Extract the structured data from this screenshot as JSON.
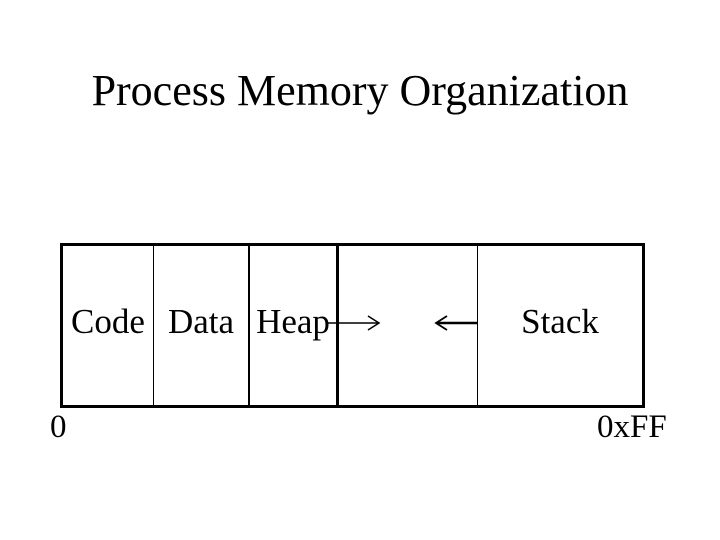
{
  "slide": {
    "title": "Process Memory Organization",
    "colors": {
      "background": "#ffffff",
      "ink": "#000000"
    },
    "diagram": {
      "segments": [
        {
          "label": "Code"
        },
        {
          "label": "Data"
        },
        {
          "label": "Heap"
        },
        {
          "label": ""
        },
        {
          "label": "Stack"
        }
      ],
      "arrows": [
        {
          "name": "heap-growth-arrow",
          "symbol": "→",
          "direction": "right"
        },
        {
          "name": "stack-growth-arrow",
          "symbol": "←",
          "direction": "left"
        }
      ],
      "address_low": "0",
      "address_high": "0xFF"
    }
  }
}
